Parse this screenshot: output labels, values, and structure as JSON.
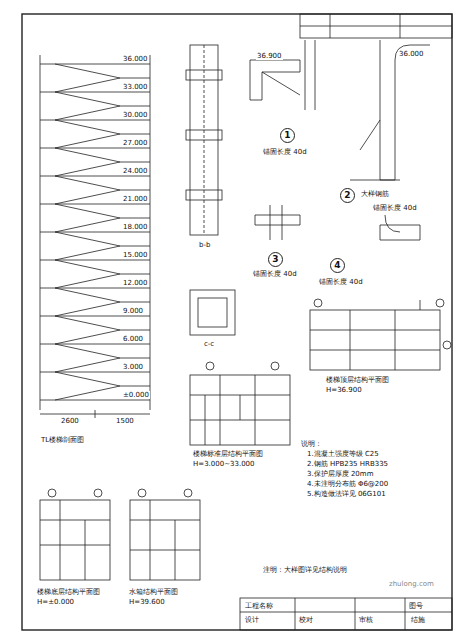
{
  "diagram": {
    "nodes": [
      {
        "text": [
          "1"
        ]
      },
      {
        "text": [
          "2"
        ]
      },
      {
        "text": [
          "3"
        ]
      },
      {
        "text": [
          "4"
        ]
      }
    ],
    "labels": [
      "36.900",
      "锚固长度 40d",
      "36.000",
      "大样钢筋",
      "锚固长度 40d",
      "锚固长度 40d",
      "锚固长度 40d",
      "b-b",
      "c-c",
      "TL楼梯剖面图",
      "楼梯顶层结构平面图",
      "H=36.900",
      "楼梯标准层结构平面图",
      "H=3.000~33.000",
      "说明：",
      "1.混凝土强度等级 C25",
      "2.钢筋 HPB235 HRB335",
      "3.保护层厚度 20mm",
      "4.未注明分布筋 Φ6@200",
      "5.构造做法详见 06G101",
      "楼梯底层结构平面图",
      "H=±0.000",
      "水箱结构平面图",
      "H=39.600",
      "注明：大样图详见结构说明",
      "zhulong.com",
      "2600",
      "1500",
      "工程名称",
      "设计",
      "校对",
      "审核",
      "图号",
      "结施",
      "36.000",
      "33.000",
      "30.000",
      "27.000",
      "24.000",
      "21.000",
      "18.000",
      "15.000",
      "12.000",
      "9.000",
      "6.000",
      "3.000",
      "±0.000"
    ]
  }
}
